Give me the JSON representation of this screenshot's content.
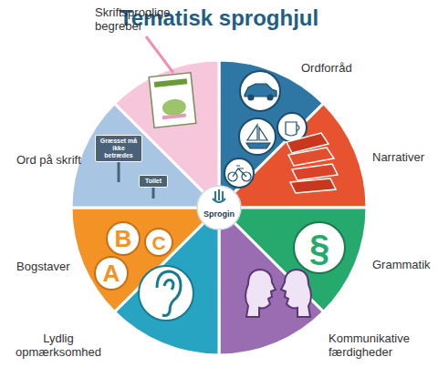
{
  "diagram": {
    "title": "Tematisk sproghjul",
    "nodes": [
      {
        "text": [
          "Ordforråd"
        ]
      },
      {
        "text": [
          "Narrativer"
        ]
      },
      {
        "text": [
          "Grammatik"
        ]
      },
      {
        "text": [
          "Kommunikative færdigheder"
        ]
      },
      {
        "text": [
          "Lydlig opmærksomhed"
        ]
      },
      {
        "text": [
          "Bogstaver"
        ]
      },
      {
        "text": [
          "Ord på skrift"
        ]
      },
      {
        "text": [
          "Skriftsproglige begreber"
        ]
      },
      {
        "text": [
          "Sprogin"
        ]
      }
    ],
    "labels": [
      "§",
      "B",
      "C",
      "A",
      "Græsset må ikke betrædes",
      "Toilet"
    ]
  }
}
